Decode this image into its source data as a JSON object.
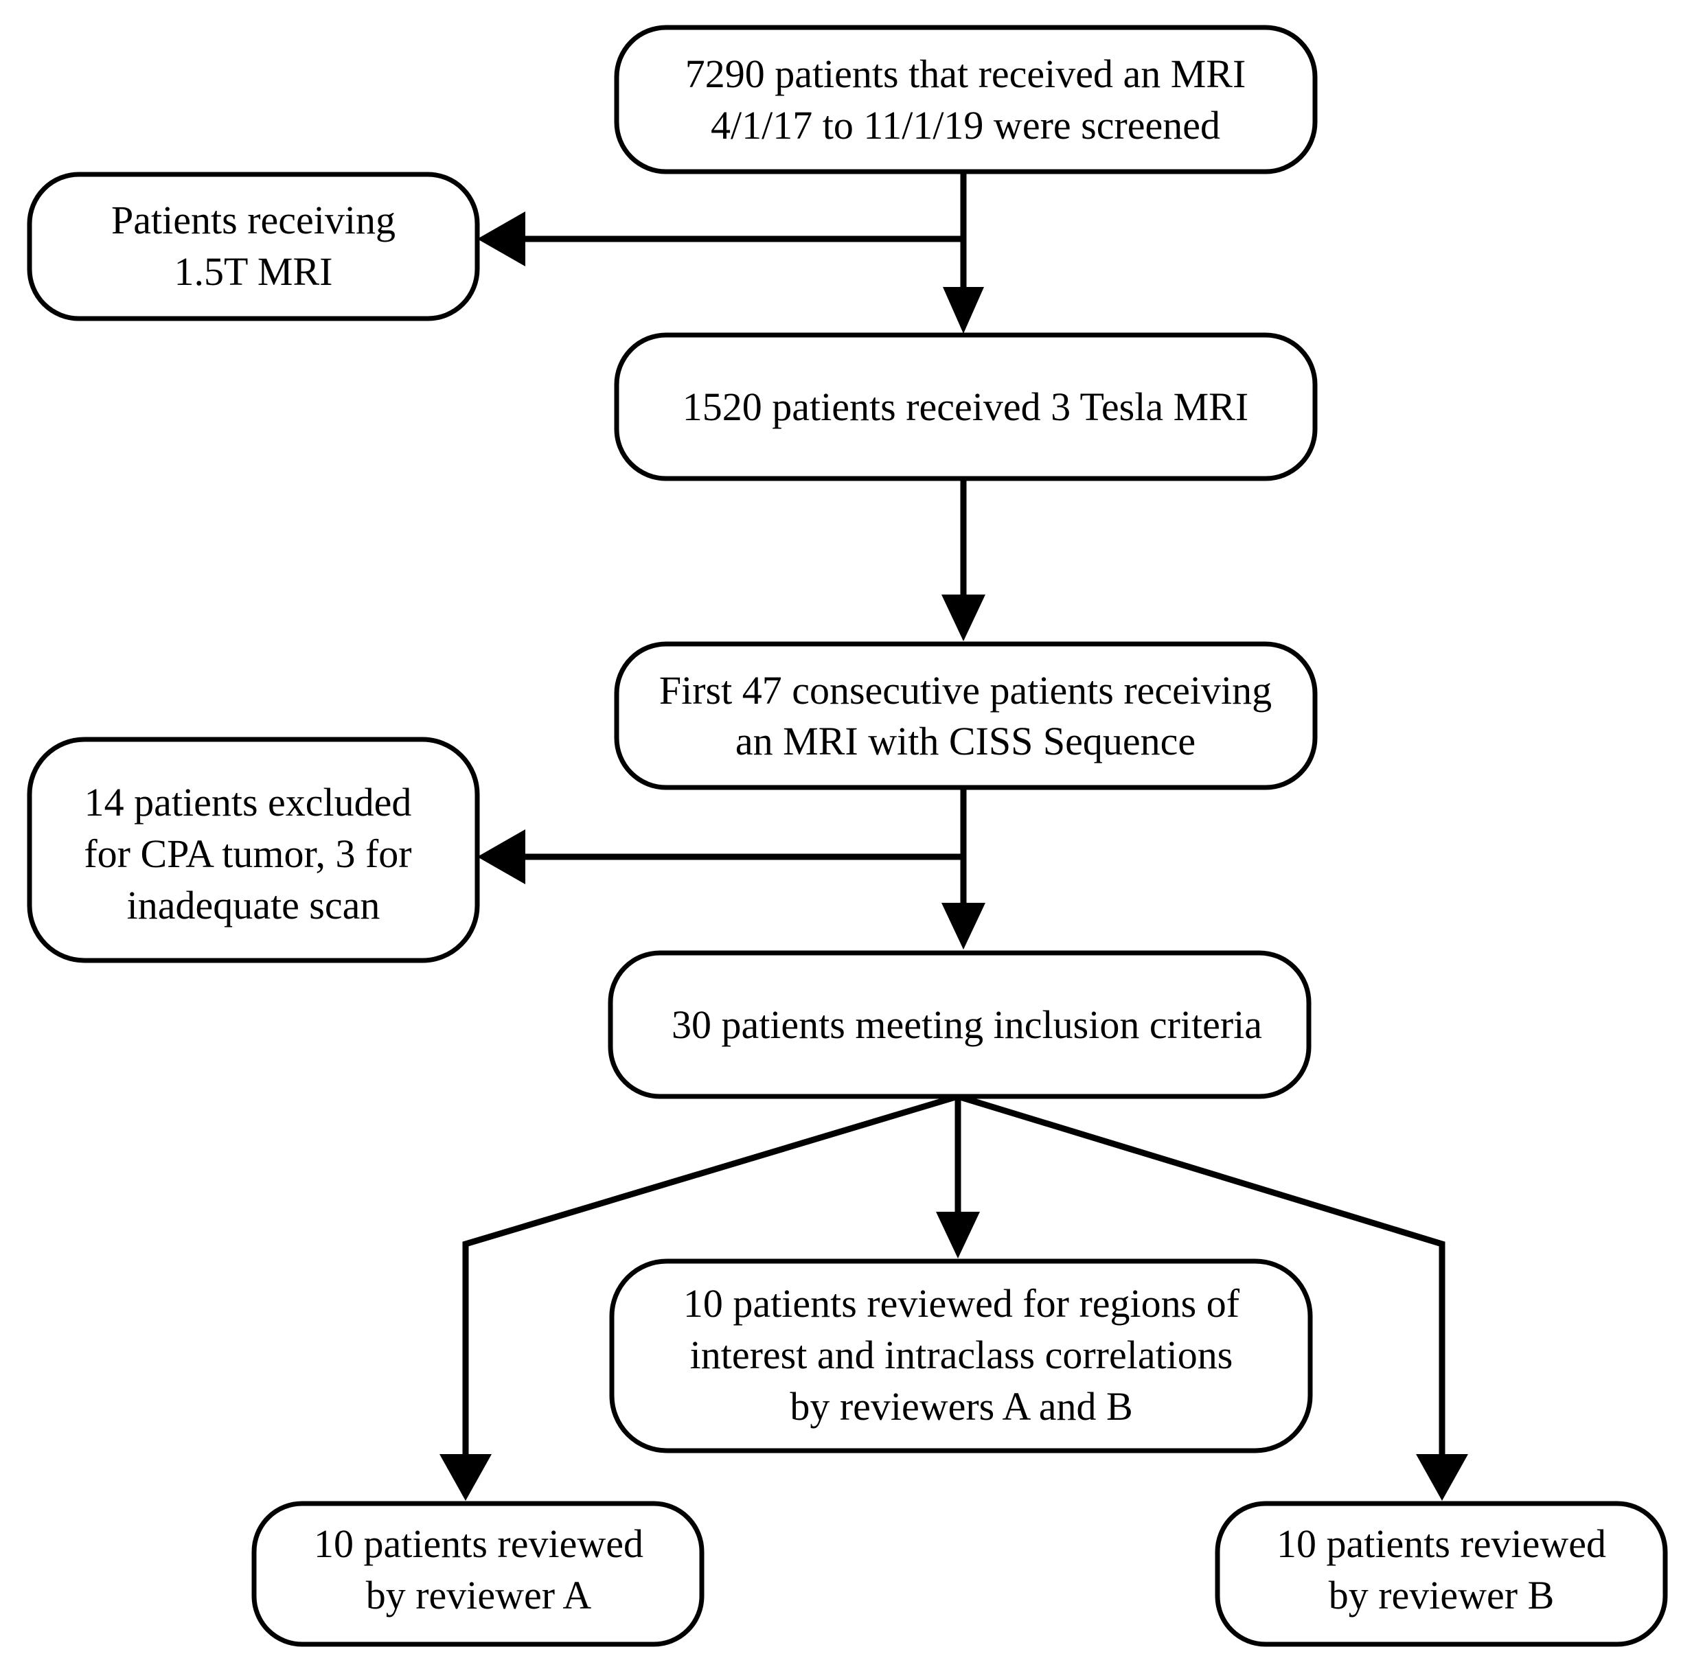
{
  "flowchart": {
    "boxes": {
      "screened": {
        "lines": [
          "7290 patients that received an MRI",
          "4/1/17 to 11/1/19 were screened"
        ]
      },
      "excluded_15t": {
        "lines": [
          "Patients receiving",
          "1.5T MRI"
        ]
      },
      "received_3t": {
        "lines": [
          "1520 patients received 3 Tesla MRI"
        ]
      },
      "first_47": {
        "lines": [
          "First 47 consecutive patients receiving",
          "an MRI with CISS Sequence"
        ]
      },
      "excluded_cpa": {
        "lines": [
          "14 patients excluded",
          "for CPA tumor, 3 for",
          "inadequate scan"
        ]
      },
      "inclusion": {
        "lines": [
          "30 patients meeting inclusion criteria"
        ]
      },
      "reviewed_both": {
        "lines": [
          "10 patients reviewed for regions of",
          "interest and intraclass correlations",
          "by reviewers A and B"
        ]
      },
      "reviewer_a": {
        "lines": [
          "10 patients reviewed",
          "by reviewer A"
        ]
      },
      "reviewer_b": {
        "lines": [
          "10 patients reviewed",
          "by reviewer B"
        ]
      }
    },
    "colors": {
      "stroke": "#000000",
      "fill": "#ffffff",
      "text": "#000000"
    }
  }
}
